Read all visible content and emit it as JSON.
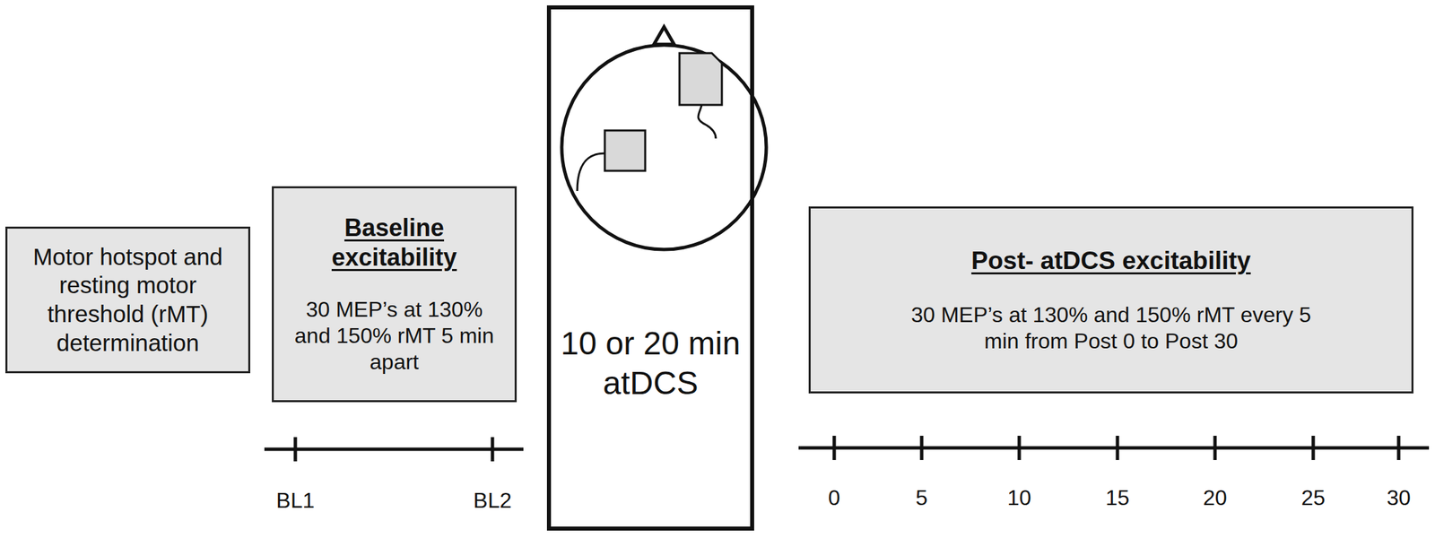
{
  "diagram": {
    "nodes": [
      {
        "text": [
          "Motor hotspot and resting motor threshold (rMT) determination"
        ]
      },
      {
        "text": [
          "Baseline excitability",
          "30 MEP’s at 130% and 150% rMT 5 min apart"
        ]
      },
      {
        "text": [
          "10 or 20 min atDCS"
        ]
      },
      {
        "text": [
          "Post- atDCS excitability",
          "30 MEP’s at 130% and 150% rMT every 5 min from Post 0 to Post 30"
        ]
      }
    ],
    "labels": [
      "BL1",
      "BL2",
      "0",
      "5",
      "10",
      "15",
      "20",
      "25",
      "30"
    ]
  }
}
